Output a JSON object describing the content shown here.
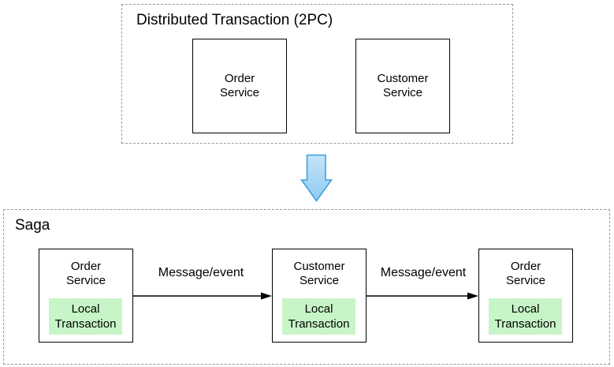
{
  "colors": {
    "dashed_border": "#999999",
    "box_border": "#000000",
    "green_fill": "#c8f5c8",
    "arrow_fill_top": "#c3e4f9",
    "arrow_fill_bottom": "#8fcaf1",
    "arrow_stroke": "#3d9fe2",
    "edge_color": "#000000",
    "text_color": "#000000"
  },
  "two_pc": {
    "title": "Distributed Transaction (2PC)",
    "boxes": [
      {
        "label": "Order Service"
      },
      {
        "label": "Customer Service"
      }
    ]
  },
  "transition": {
    "icon": "down-arrow"
  },
  "saga": {
    "title": "Saga",
    "nodes": [
      {
        "service": "Order Service",
        "local": "Local Transaction"
      },
      {
        "service": "Customer Service",
        "local": "Local Transaction"
      },
      {
        "service": "Order Service",
        "local": "Local Transaction"
      }
    ],
    "edges": [
      {
        "label": "Message/event"
      },
      {
        "label": "Message/event"
      }
    ]
  }
}
